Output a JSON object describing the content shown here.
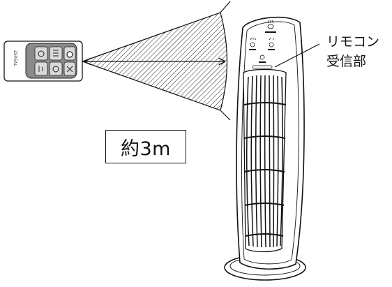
{
  "distance_label": "約3m",
  "receiver_label_line1": "リモコン",
  "receiver_label_line2": "受信部",
  "remote_brand": "ZEPEAL"
}
